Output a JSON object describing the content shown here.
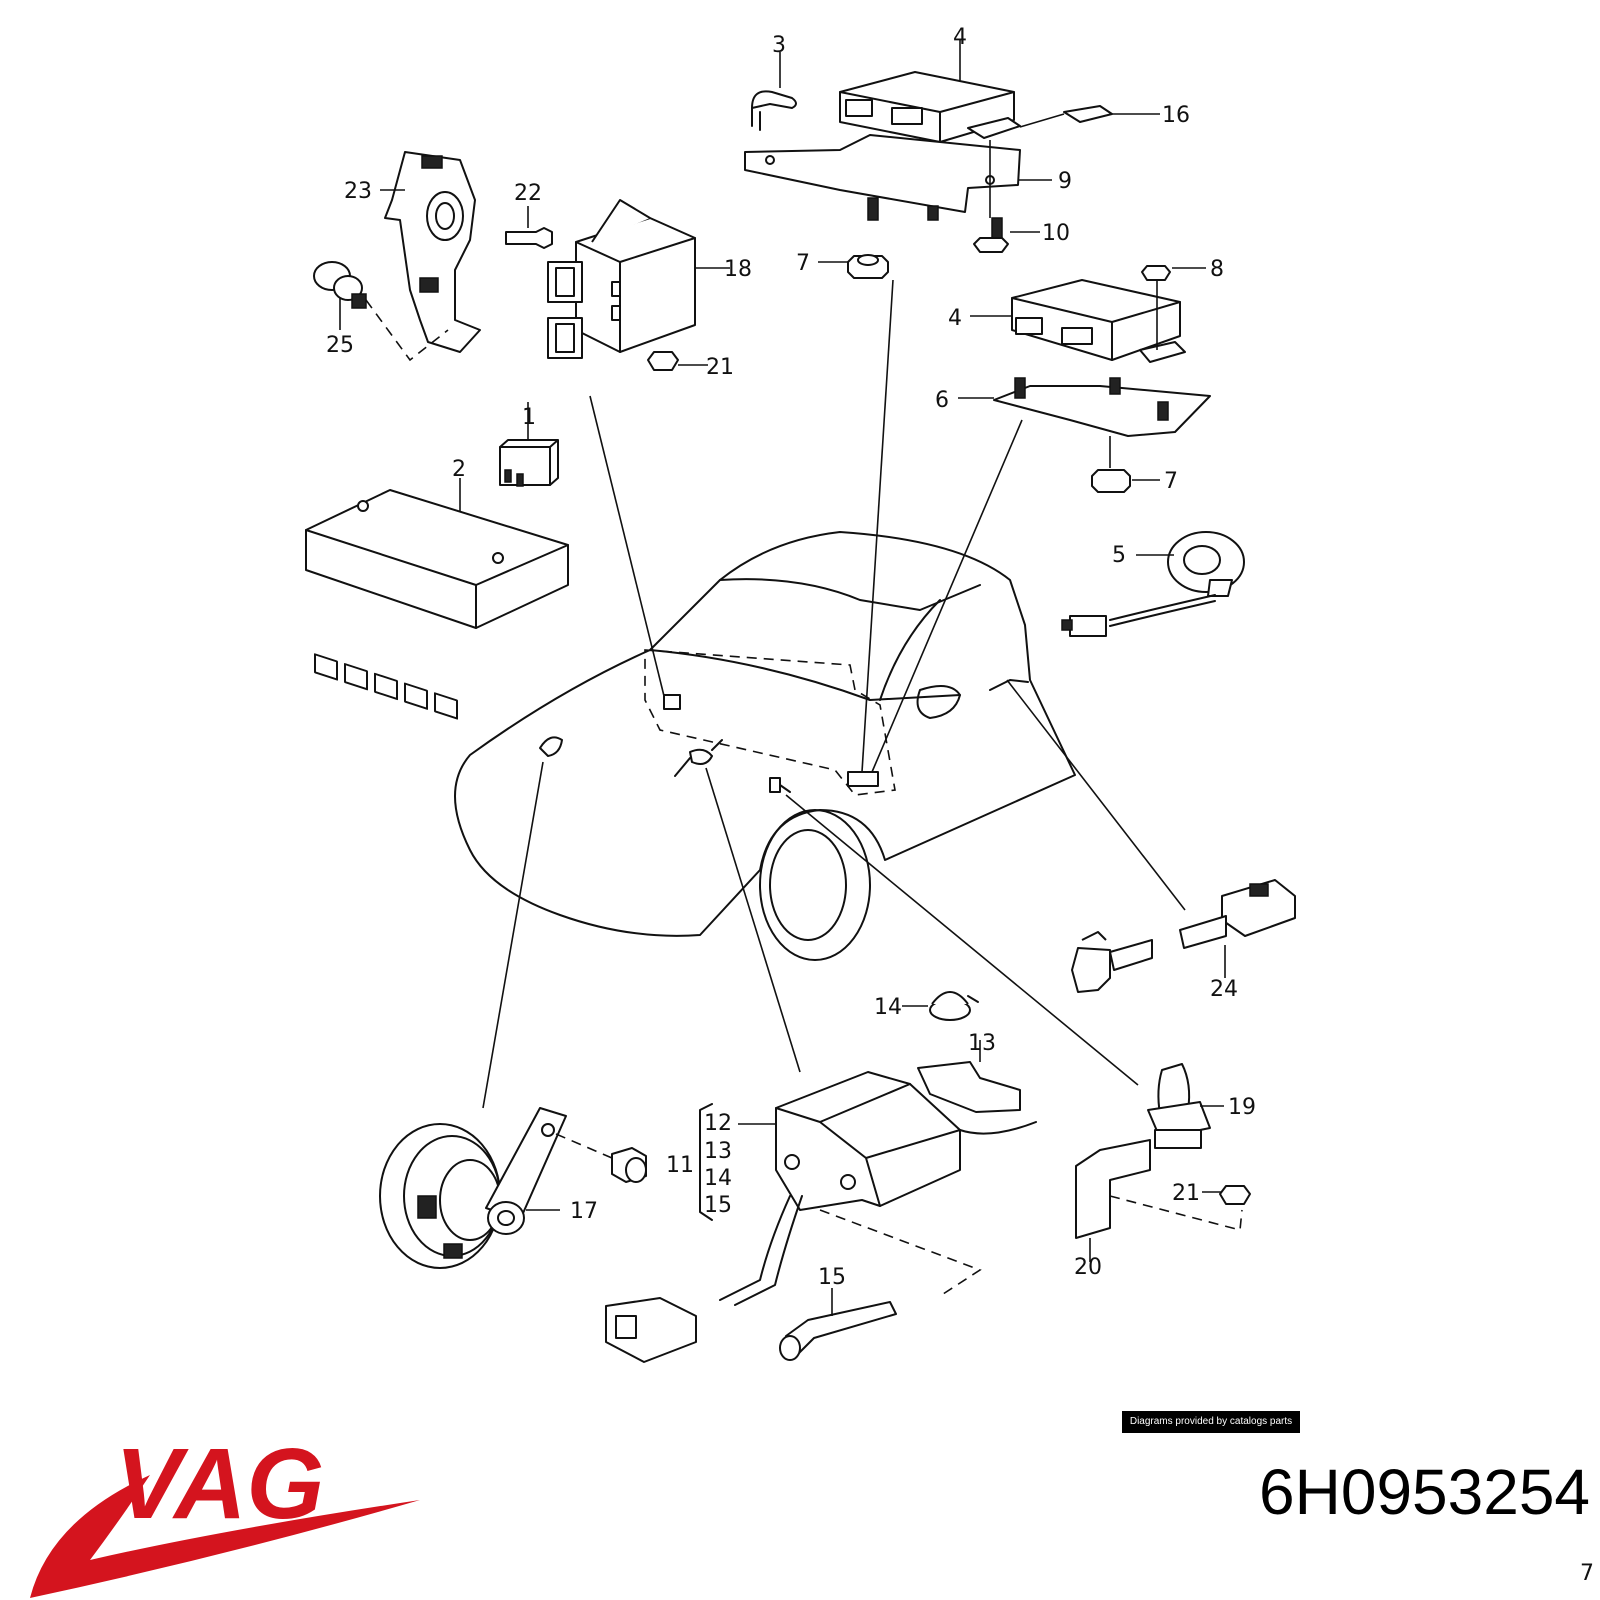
{
  "callouts": [
    "1",
    "2",
    "3",
    "4",
    "4",
    "5",
    "6",
    "7",
    "7",
    "7",
    "8",
    "9",
    "10",
    "11",
    "12",
    "13",
    "13",
    "14",
    "14",
    "15",
    "15",
    "16",
    "17",
    "18",
    "19",
    "20",
    "21",
    "21",
    "22",
    "23",
    "24",
    "25"
  ],
  "credit": "Diagrams provided by catalogs parts",
  "brand": {
    "name": "VAG",
    "color": "#d4141e"
  },
  "part_number": "6H0953254"
}
